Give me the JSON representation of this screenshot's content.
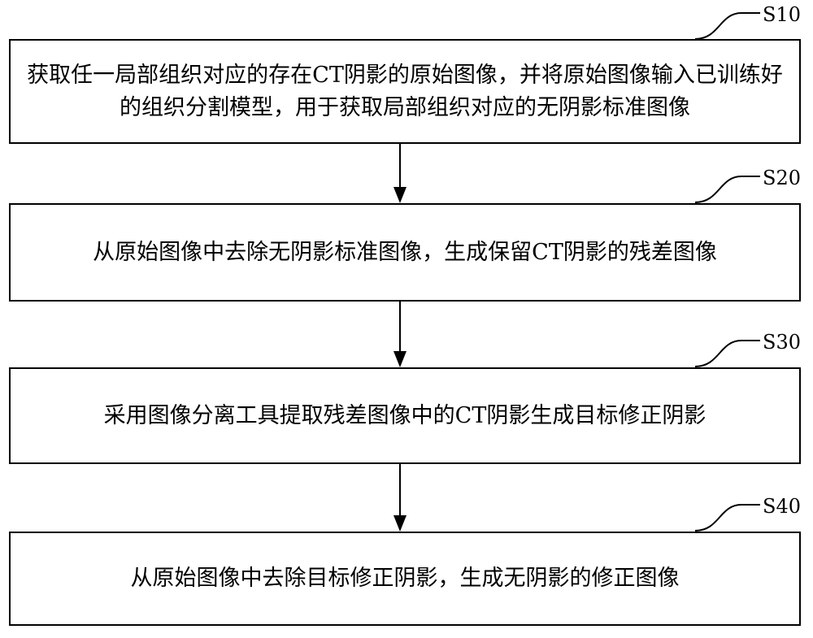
{
  "steps": [
    {
      "label": "S10",
      "text": "获取任一局部组织对应的存在CT阴影的原始图像，并将原始图像输入已训练好的组织分割模型，用于获取局部组织对应的无阴影标准图像"
    },
    {
      "label": "S20",
      "text": "从原始图像中去除无阴影标准图像，生成保留CT阴影的残差图像"
    },
    {
      "label": "S30",
      "text": "采用图像分离工具提取残差图像中的CT阴影生成目标修正阴影"
    },
    {
      "label": "S40",
      "text": "从原始图像中去除目标修正阴影，生成无阴影的修正图像"
    }
  ]
}
